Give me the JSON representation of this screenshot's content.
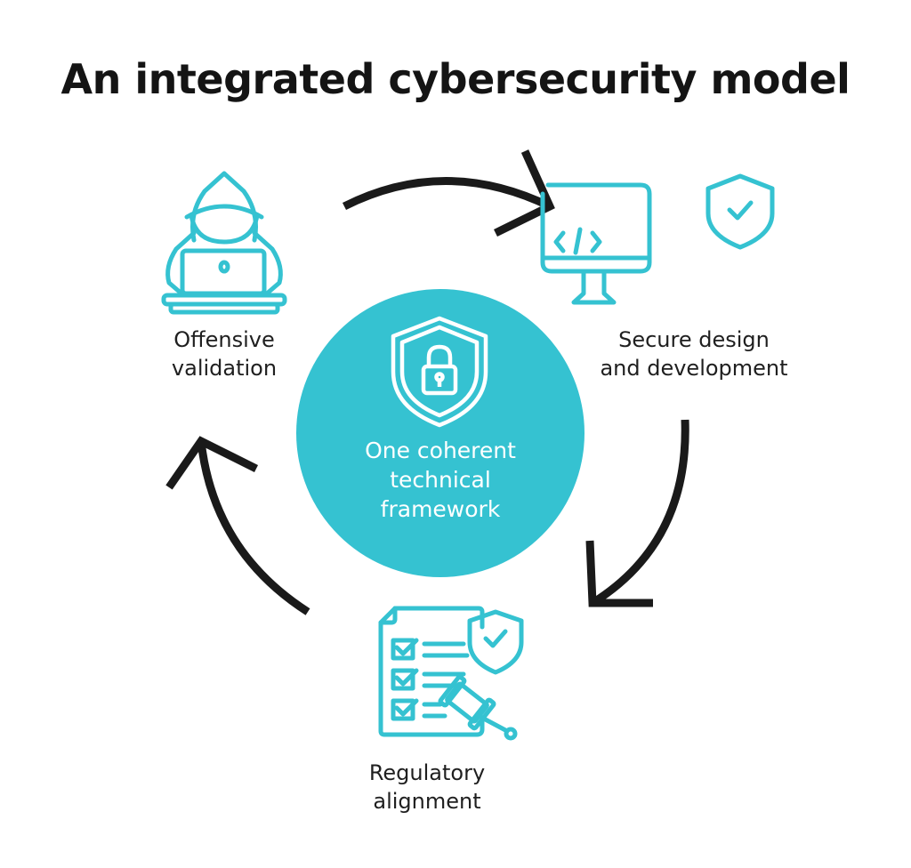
{
  "title": "An integrated cybersecurity model",
  "center": {
    "lines": [
      "One coherent",
      "technical",
      "framework"
    ],
    "icon": "shield-lock-icon"
  },
  "nodes": [
    {
      "lines": [
        "Offensive",
        "validation"
      ],
      "icon": "hooded-hacker-laptop-icon"
    },
    {
      "lines": [
        "Secure design",
        "and development"
      ],
      "icon": "monitor-code-shield-icon"
    },
    {
      "lines": [
        "Regulatory",
        "alignment"
      ],
      "icon": "checklist-shield-gavel-icon"
    }
  ],
  "colors": {
    "accent": "#35C2D1",
    "arrow": "#1a1a1a",
    "text": "#1f1f1f"
  }
}
